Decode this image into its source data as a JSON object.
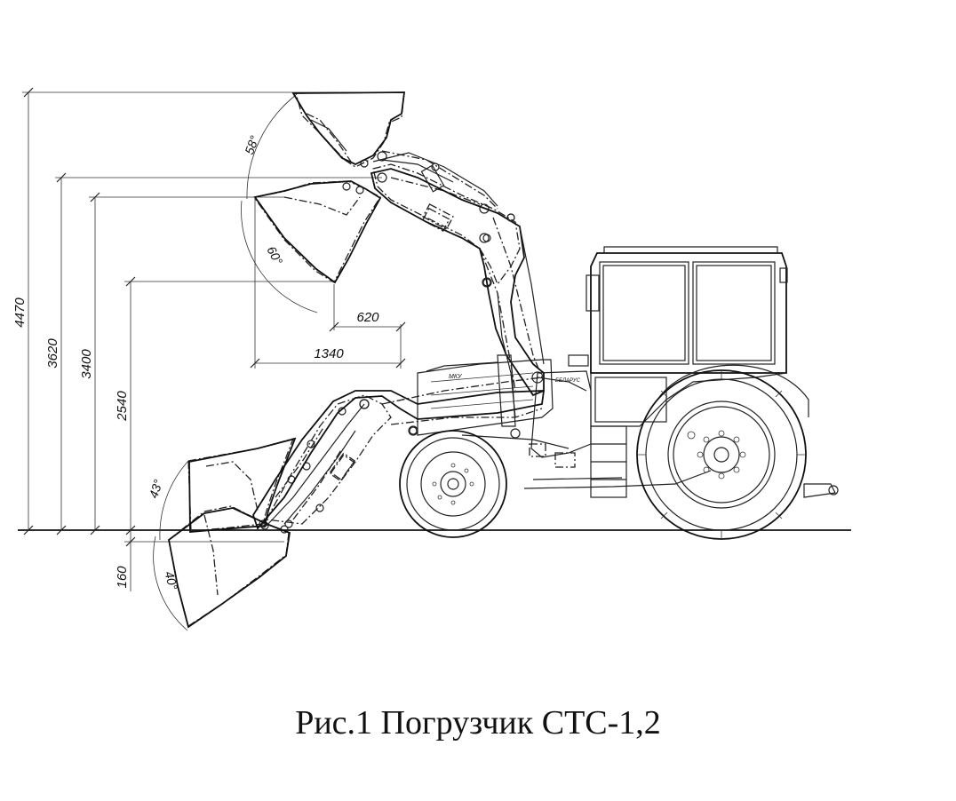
{
  "dimensions": {
    "h_4470": "4470",
    "h_3620": "3620",
    "h_3400": "3400",
    "h_2540": "2540",
    "h_160": "160",
    "reach_620": "620",
    "reach_1340": "1340"
  },
  "angles": {
    "a_58": "58°",
    "a_60": "60°",
    "a_43": "43°",
    "a_40": "40°"
  },
  "labels": {
    "loader_plate": "МКУ",
    "tractor_plate": "БЕЛАРУС"
  },
  "caption": "Рис.1 Погрузчик СТС-1,2"
}
